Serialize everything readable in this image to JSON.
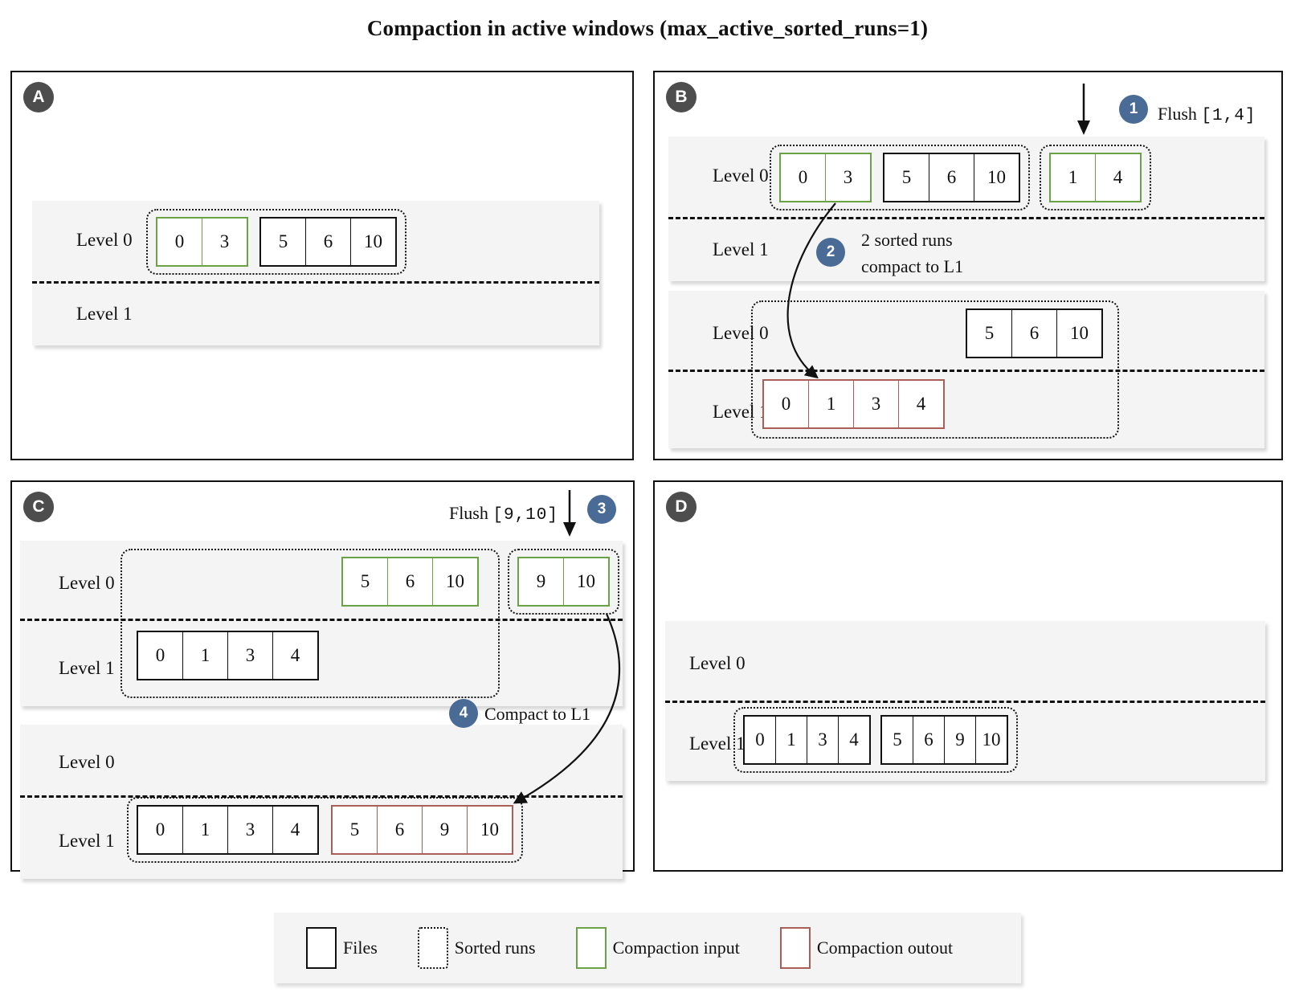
{
  "title": "Compaction in active windows (max_active_sorted_runs=1)",
  "colors": {
    "compaction_input": "#6aa345",
    "compaction_output": "#a95e56",
    "step_badge": "#4a6b96",
    "letter_badge": "#4d4d4d",
    "diagram_bg": "#f4f4f4"
  },
  "panels": {
    "a": {
      "badge": "A",
      "state": {
        "level0": "Level 0",
        "level1": "Level 1",
        "run": {
          "groups": [
            {
              "type": "input",
              "values": [
                "0",
                "3"
              ]
            },
            {
              "type": "files",
              "values": [
                "5",
                "6",
                "10"
              ]
            }
          ]
        }
      }
    },
    "b": {
      "badge": "B",
      "flush": {
        "step": "1",
        "label": "Flush",
        "code": "[1,4]"
      },
      "compact_note": {
        "step": "2",
        "line1": "2 sorted runs",
        "line2": "compact to L1"
      },
      "state1": {
        "level0": "Level 0",
        "level1": "Level 1",
        "run1": {
          "groups": [
            {
              "type": "input",
              "values": [
                "0",
                "3"
              ]
            },
            {
              "type": "files",
              "values": [
                "5",
                "6",
                "10"
              ]
            }
          ]
        },
        "run2": {
          "groups": [
            {
              "type": "input",
              "values": [
                "1",
                "4"
              ]
            }
          ]
        }
      },
      "state2": {
        "level0": "Level 0",
        "level1": "Level 1",
        "l0_group": {
          "type": "files",
          "values": [
            "5",
            "6",
            "10"
          ]
        },
        "l1_group": {
          "type": "output",
          "values": [
            "0",
            "1",
            "3",
            "4"
          ]
        }
      }
    },
    "c": {
      "badge": "C",
      "flush": {
        "step": "3",
        "label": "Flush",
        "code": "[9,10]"
      },
      "compact_note": {
        "step": "4",
        "label": "Compact to L1"
      },
      "state1": {
        "level0": "Level 0",
        "level1": "Level 1",
        "l0_group": {
          "type": "input",
          "values": [
            "5",
            "6",
            "10"
          ]
        },
        "l1_group": {
          "type": "files",
          "values": [
            "0",
            "1",
            "3",
            "4"
          ]
        },
        "flush_run": {
          "groups": [
            {
              "type": "input",
              "values": [
                "9",
                "10"
              ]
            }
          ]
        }
      },
      "state2": {
        "level0": "Level 0",
        "level1": "Level 1",
        "run": {
          "groups": [
            {
              "type": "files",
              "values": [
                "0",
                "1",
                "3",
                "4"
              ]
            },
            {
              "type": "output",
              "values": [
                "5",
                "6",
                "9",
                "10"
              ]
            }
          ]
        }
      }
    },
    "d": {
      "badge": "D",
      "state": {
        "level0": "Level 0",
        "level1": "Level 1",
        "run": {
          "groups": [
            {
              "type": "files",
              "values": [
                "0",
                "1",
                "3",
                "4"
              ]
            },
            {
              "type": "files",
              "values": [
                "5",
                "6",
                "9",
                "10"
              ]
            }
          ]
        }
      }
    }
  },
  "legend": {
    "items": [
      {
        "label": "Files",
        "swatch": "files"
      },
      {
        "label": "Sorted runs",
        "swatch": "run"
      },
      {
        "label": "Compaction input",
        "swatch": "input"
      },
      {
        "label": "Compaction outout",
        "swatch": "output"
      }
    ]
  }
}
